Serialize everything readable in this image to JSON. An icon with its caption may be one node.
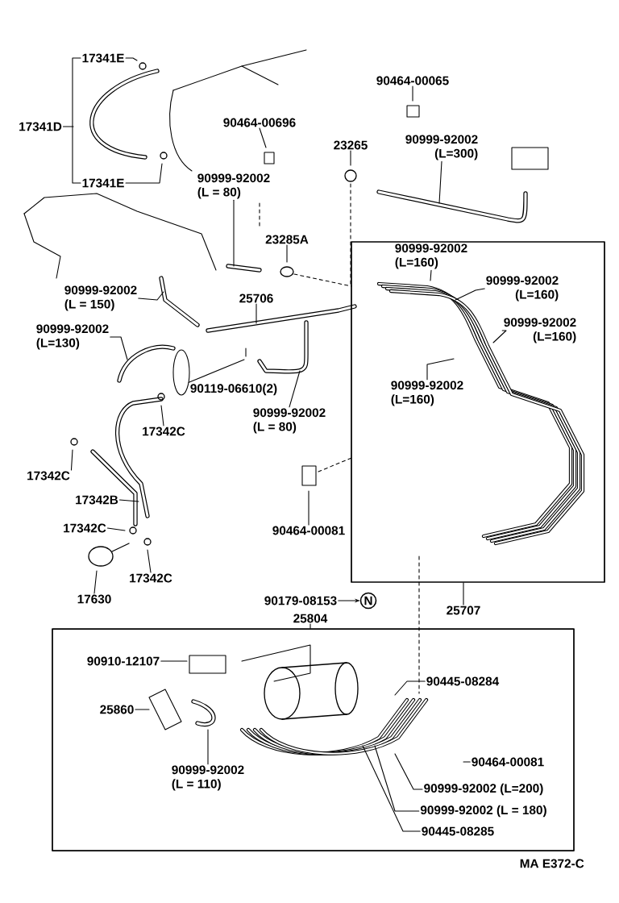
{
  "diagram": {
    "nodes": [
      {
        "text": [],
        "shape": "box"
      },
      {
        "text": [],
        "shape": "box"
      },
      {
        "text": [
          "17341E"
        ]
      },
      {
        "text": [
          "17341D"
        ]
      },
      {
        "text": [
          "17341E"
        ]
      },
      {
        "text": [
          "90464-00696"
        ]
      },
      {
        "text": [
          "90999-92002 (L = 80)"
        ]
      },
      {
        "text": [
          "23265"
        ]
      },
      {
        "text": [
          "90464-00065"
        ]
      },
      {
        "text": [
          "90999-92002 (L=300)"
        ]
      },
      {
        "text": [
          "23285A"
        ]
      },
      {
        "text": [
          "90999-92002 (L = 150)"
        ]
      },
      {
        "text": [
          "25706"
        ]
      },
      {
        "text": [
          "90999-92002 (L=130)"
        ]
      },
      {
        "text": [
          "90119-06610(2)"
        ]
      },
      {
        "text": [
          "90999-92002 (L = 80)"
        ]
      },
      {
        "text": [
          "17342C"
        ]
      },
      {
        "text": [
          "17342C"
        ]
      },
      {
        "text": [
          "17342B"
        ]
      },
      {
        "text": [
          "17342C"
        ]
      },
      {
        "text": [
          "17342C"
        ]
      },
      {
        "text": [
          "17630"
        ]
      },
      {
        "text": [
          "90464-00081"
        ]
      },
      {
        "text": [
          "90179-08153"
        ]
      },
      {
        "text": [
          "N"
        ]
      },
      {
        "text": [
          "25804"
        ]
      },
      {
        "text": [
          "90999-92002 (L=160)"
        ],
        "in": 0
      },
      {
        "text": [
          "90999-92002 (L=160)"
        ],
        "in": 0
      },
      {
        "text": [
          "90999-92002 (L=160)"
        ],
        "in": 0
      },
      {
        "text": [
          "90999-92002 (L=160)"
        ],
        "in": 0
      },
      {
        "text": [
          "25707"
        ]
      },
      {
        "text": [
          "90910-12107"
        ],
        "in": 1
      },
      {
        "text": [
          "25860"
        ],
        "in": 1
      },
      {
        "text": [
          "90999-92002 (L = 110)"
        ],
        "in": 1
      },
      {
        "text": [
          "90445-08284"
        ],
        "in": 1
      },
      {
        "text": [
          "90464-00081"
        ],
        "in": 1
      },
      {
        "text": [
          "90999-92002 (L=200)"
        ],
        "in": 1
      },
      {
        "text": [
          "90999-92002 (L = 180)"
        ],
        "in": 1
      },
      {
        "text": [
          "90445-08285"
        ],
        "in": 1
      }
    ],
    "edges": [
      {
        "from": 2,
        "to": null,
        "arrow": "none"
      },
      {
        "from": 3,
        "to": null,
        "arrow": "none"
      },
      {
        "from": 4,
        "to": null,
        "arrow": "none"
      },
      {
        "from": 5,
        "to": null,
        "arrow": "none"
      },
      {
        "from": 6,
        "to": null,
        "arrow": "none"
      },
      {
        "from": 7,
        "to": null,
        "arrow": "none"
      },
      {
        "from": 8,
        "to": null,
        "arrow": "none"
      },
      {
        "from": 9,
        "to": null,
        "arrow": "none"
      },
      {
        "from": 10,
        "to": null,
        "arrow": "none"
      },
      {
        "from": 11,
        "to": null,
        "arrow": "none"
      },
      {
        "from": 12,
        "to": null,
        "arrow": "none"
      },
      {
        "from": 13,
        "to": null,
        "arrow": "none"
      },
      {
        "from": 14,
        "to": null,
        "arrow": "none"
      },
      {
        "from": 15,
        "to": null,
        "arrow": "none"
      },
      {
        "from": 16,
        "to": null,
        "arrow": "none"
      },
      {
        "from": 17,
        "to": null,
        "arrow": "none"
      },
      {
        "from": 18,
        "to": null,
        "arrow": "none"
      },
      {
        "from": 19,
        "to": null,
        "arrow": "none"
      },
      {
        "from": 20,
        "to": null,
        "arrow": "none"
      },
      {
        "from": 21,
        "to": null,
        "arrow": "none"
      },
      {
        "from": 22,
        "to": null,
        "arrow": "none"
      },
      {
        "from": 23,
        "to": 24,
        "arrow": "to"
      },
      {
        "from": 25,
        "to": 1,
        "arrow": "none"
      },
      {
        "from": 26,
        "to": null,
        "arrow": "none"
      },
      {
        "from": 27,
        "to": null,
        "arrow": "none"
      },
      {
        "from": 28,
        "to": null,
        "arrow": "none"
      },
      {
        "from": 29,
        "to": null,
        "arrow": "none"
      },
      {
        "from": 30,
        "to": 0,
        "arrow": "none"
      },
      {
        "from": 31,
        "to": null,
        "arrow": "none"
      },
      {
        "from": 32,
        "to": null,
        "arrow": "none"
      },
      {
        "from": 33,
        "to": null,
        "arrow": "none"
      },
      {
        "from": 34,
        "to": null,
        "arrow": "none"
      },
      {
        "from": 35,
        "to": null,
        "arrow": "none"
      },
      {
        "from": 36,
        "to": null,
        "arrow": "none"
      },
      {
        "from": 37,
        "to": null,
        "arrow": "none"
      },
      {
        "from": 38,
        "to": null,
        "arrow": "none"
      },
      {
        "from": 2,
        "to": 4,
        "arrow": "none"
      }
    ],
    "labels": [
      "MA E372-C"
    ]
  }
}
